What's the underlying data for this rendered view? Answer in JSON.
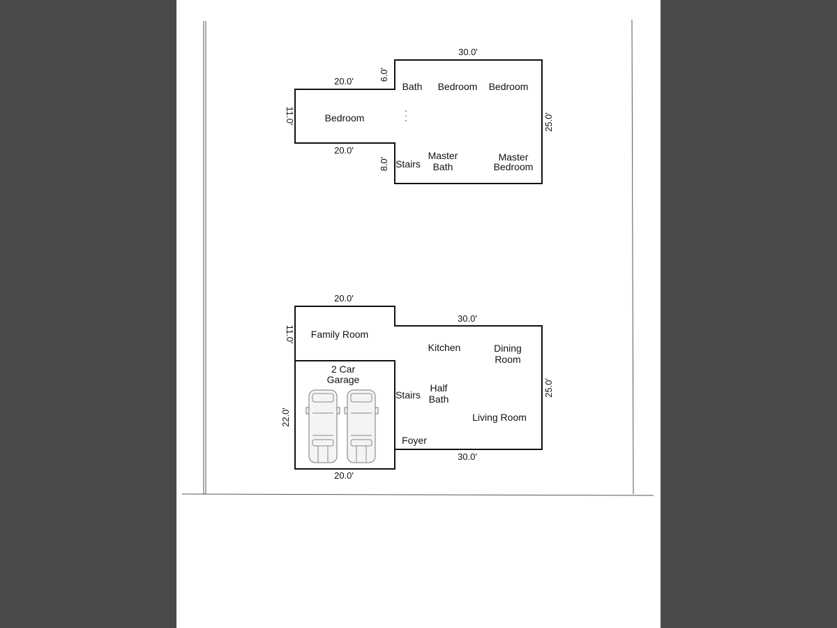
{
  "upper_floor": {
    "dimensions": {
      "top": "30.0'",
      "wing_top": "20.0'",
      "wing_bottom": "20.0'",
      "wing_left": "11.0'",
      "step_top": "6.0'",
      "step_bottom": "8.0'",
      "right": "25.0'"
    },
    "rooms": {
      "bath": "Bath",
      "bedroom_a": "Bedroom",
      "bedroom_b": "Bedroom",
      "bedroom_wing": "Bedroom",
      "stairs": "Stairs",
      "master_bath_1": "Master",
      "master_bath_2": "Bath",
      "master_bedroom_1": "Master",
      "master_bedroom_2": "Bedroom"
    }
  },
  "lower_floor": {
    "dimensions": {
      "wing_top": "20.0'",
      "main_top": "30.0'",
      "wing_left": "11.0'",
      "garage_left": "22.0'",
      "right": "25.0'",
      "main_bottom": "30.0'",
      "garage_bottom": "20.0'"
    },
    "rooms": {
      "family_room": "Family Room",
      "kitchen": "Kitchen",
      "dining_1": "Dining",
      "dining_2": "Room",
      "garage_1": "2 Car",
      "garage_2": "Garage",
      "stairs": "Stairs",
      "half_bath_1": "Half",
      "half_bath_2": "Bath",
      "living_room": "Living Room",
      "foyer": "Foyer"
    }
  },
  "colors": {
    "ink": "#111111",
    "paper": "#ffffff",
    "backdrop": "#4a4a4a"
  }
}
